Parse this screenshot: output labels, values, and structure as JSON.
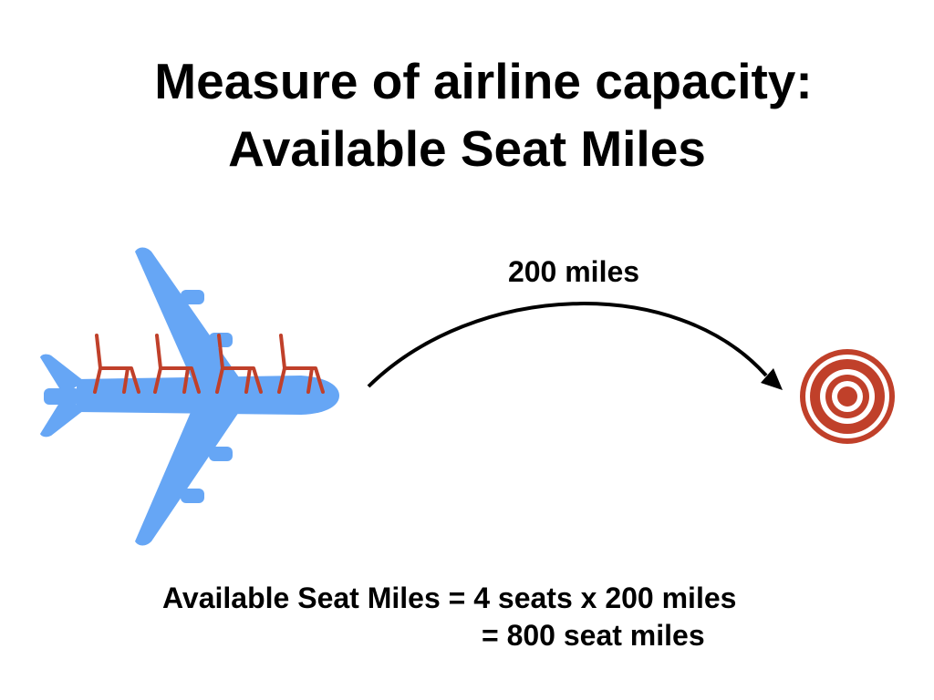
{
  "slide": {
    "title_line1": "Measure of airline capacity:",
    "title_line2": "Available Seat Miles"
  },
  "diagram": {
    "distance_label": "200 miles",
    "seat_count": 4,
    "icons": {
      "plane": "airplane-icon",
      "seat": "chair-icon",
      "destination": "target-icon"
    },
    "colors": {
      "plane": "#66a6f5",
      "seat": "#c0402a",
      "target": "#c0402a",
      "arrow": "#000000"
    }
  },
  "formula": {
    "line1": "Available Seat Miles = 4 seats x 200 miles",
    "line2": "= 800 seat miles"
  }
}
